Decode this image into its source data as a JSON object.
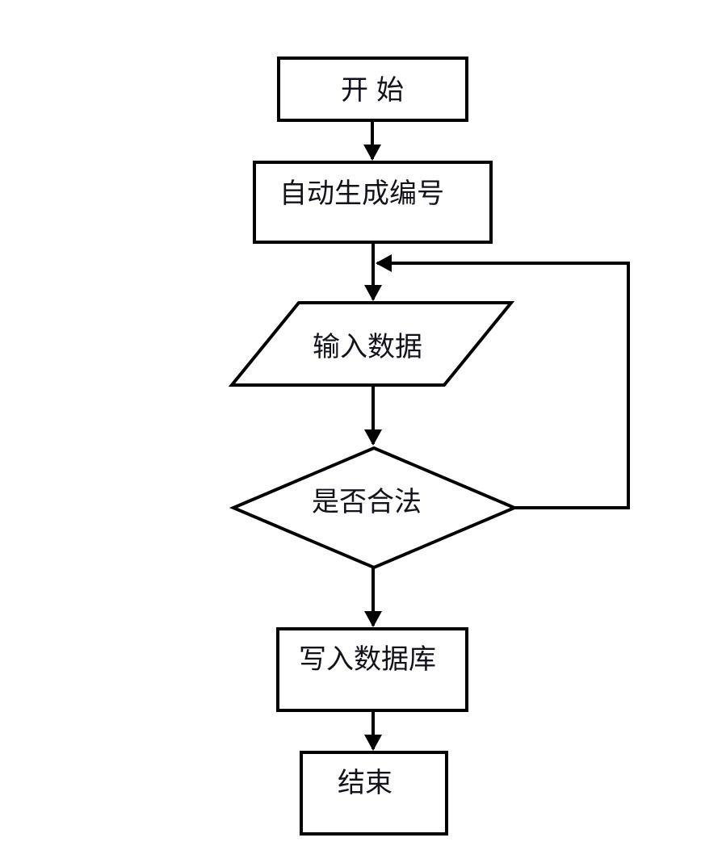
{
  "page": {
    "background_color": "#ffffff"
  },
  "diagram": {
    "type": "flowchart",
    "direction": "top-down",
    "colors": {
      "shape_stroke": "#000000",
      "shape_fill": "#ffffff",
      "edge_color": "#000000",
      "text_color": "#12121c"
    },
    "nodes": [
      {
        "id": "start",
        "shape": "rectangle",
        "label": "开始"
      },
      {
        "id": "auto-generate-id",
        "shape": "rectangle",
        "label": "自动生成编号"
      },
      {
        "id": "input-data",
        "shape": "parallelogram",
        "label": "输入数据"
      },
      {
        "id": "is-valid",
        "shape": "diamond",
        "label": "是否合法"
      },
      {
        "id": "write-database",
        "shape": "rectangle",
        "label": "写入数据库"
      },
      {
        "id": "end",
        "shape": "rectangle",
        "label": "结束"
      }
    ],
    "edges": [
      {
        "from": "start",
        "to": "auto-generate-id",
        "style": "arrow-down"
      },
      {
        "from": "auto-generate-id",
        "to": "input-data",
        "style": "arrow-down"
      },
      {
        "from": "input-data",
        "to": "is-valid",
        "style": "arrow-down"
      },
      {
        "from": "is-valid",
        "to": "write-database",
        "style": "arrow-down"
      },
      {
        "from": "write-database",
        "to": "end",
        "style": "arrow-down"
      },
      {
        "from": "is-valid",
        "to": "input-data",
        "style": "loop-back-right-side"
      }
    ]
  }
}
